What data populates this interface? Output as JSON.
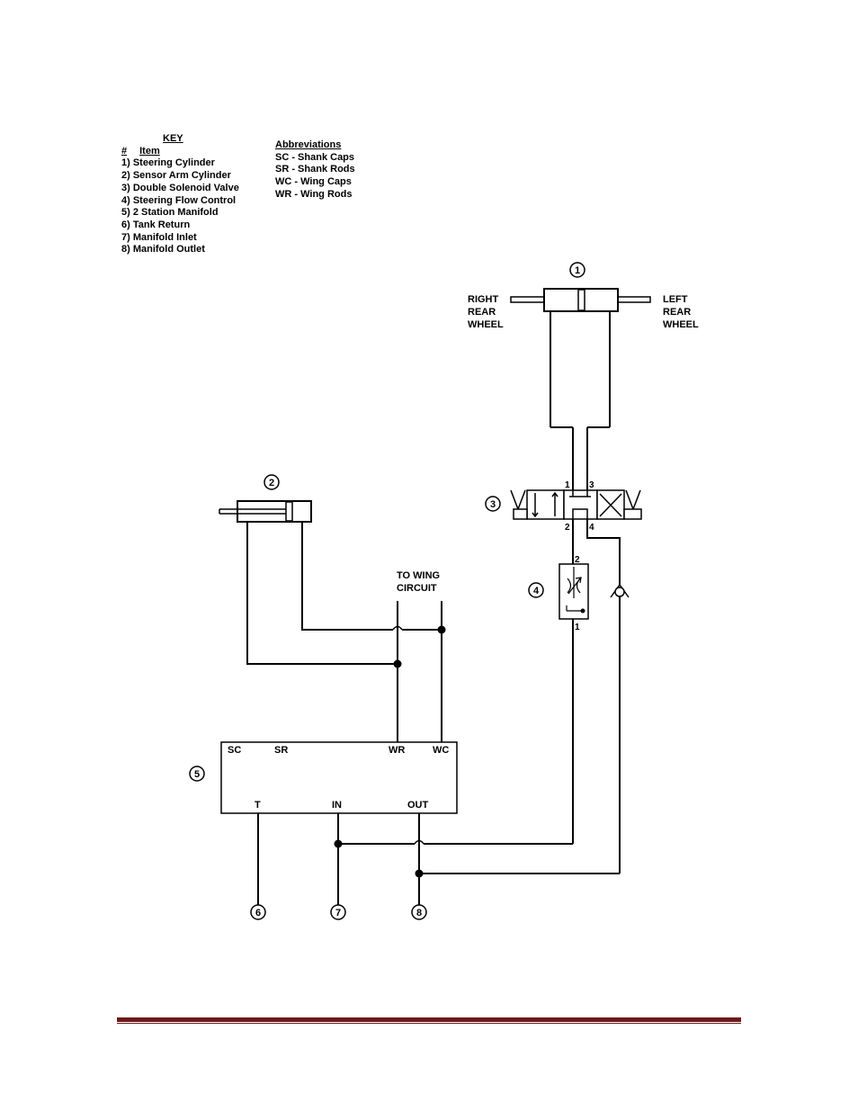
{
  "key": {
    "title": "KEY",
    "hash_header": "#",
    "item_header": "Item",
    "items": [
      "1) Steering Cylinder",
      "2) Sensor Arm Cylinder",
      "3) Double Solenoid Valve",
      "4) Steering Flow Control",
      "5) 2 Station Manifold",
      "6) Tank Return",
      "7) Manifold Inlet",
      "8) Manifold Outlet"
    ]
  },
  "abbreviations": {
    "title": "Abbreviations",
    "items": [
      "SC - Shank Caps",
      "SR - Shank Rods",
      "WC - Wing Caps",
      "WR - Wing Rods"
    ]
  },
  "diagram": {
    "callouts": [
      "1",
      "2",
      "3",
      "4",
      "5",
      "6",
      "7",
      "8"
    ],
    "right_rear_wheel": [
      "RIGHT",
      "REAR",
      "WHEEL"
    ],
    "left_rear_wheel": [
      "LEFT",
      "REAR",
      "WHEEL"
    ],
    "to_wing_circuit": [
      "TO WING",
      "CIRCUIT"
    ],
    "valve_ports": [
      "1",
      "3",
      "2",
      "4"
    ],
    "flow_control_ports": [
      "2",
      "1"
    ],
    "manifold_top_ports": [
      "SC",
      "SR",
      "WR",
      "WC"
    ],
    "manifold_bottom_ports": [
      "T",
      "IN",
      "OUT"
    ]
  },
  "colors": {
    "line": "#000000",
    "footer_rule": "#6b1a1a"
  }
}
